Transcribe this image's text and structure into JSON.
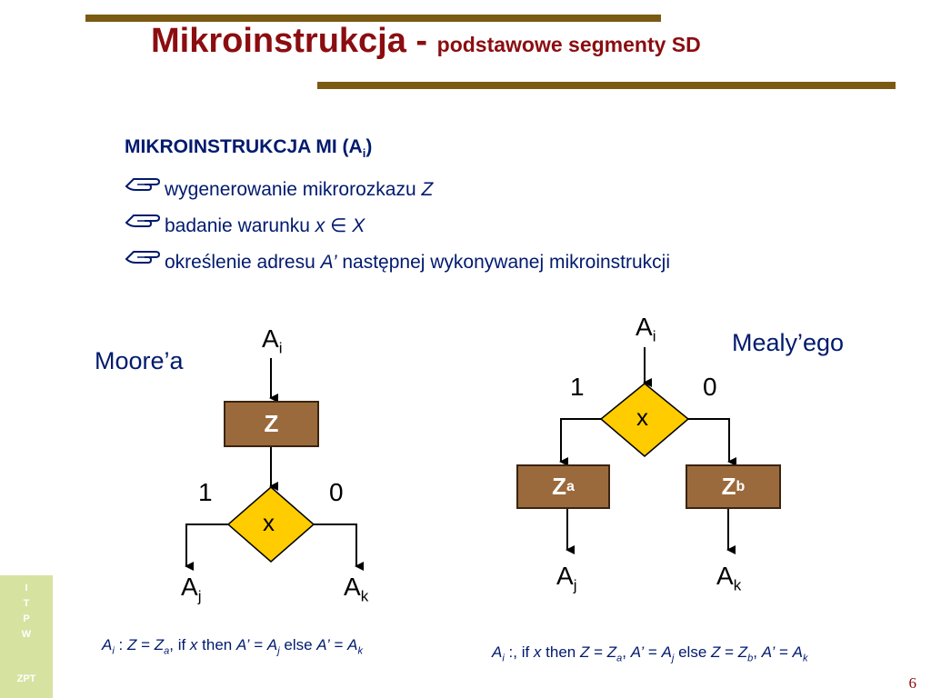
{
  "title": {
    "main": "Mikroinstrukcja - ",
    "sub": "podstawowe segmenty SD"
  },
  "heading": {
    "text": "MIKROINSTRUKCJA MI (A",
    "sub": "i",
    "close": ")"
  },
  "bullets": [
    {
      "icon": "pointing-hand-icon",
      "text": "wygenerowanie mikrorozkazu ",
      "var": "Z"
    },
    {
      "icon": "pointing-hand-icon",
      "text": "badanie warunku ",
      "var": "x",
      "op": "∈",
      "set": "X"
    },
    {
      "icon": "pointing-hand-icon",
      "text": "określenie adresu ",
      "var": "A’",
      "rest": " następnej wykonywanej mikroinstrukcji"
    }
  ],
  "moore": {
    "label": "Moore’a",
    "entry": {
      "base": "A",
      "sub": "i"
    },
    "box": "Z",
    "decision": "x",
    "branch_true": "1",
    "branch_false": "0",
    "exit_true": {
      "base": "A",
      "sub": "j"
    },
    "exit_false": {
      "base": "A",
      "sub": "k"
    },
    "formula": {
      "p1": "A",
      "p1s": "i",
      "p2": " : ",
      "p3": "Z",
      "p4": " = ",
      "p5": "Z",
      "p5s": "a",
      "p6": ", if ",
      "p7": "x",
      "p8": " then ",
      "p9": "A’",
      "p10": " = ",
      "p11": "A",
      "p11s": "j",
      "p12": " else ",
      "p13": "A’",
      "p14": " = ",
      "p15": "A",
      "p15s": "k"
    }
  },
  "mealy": {
    "label": "Mealy’ego",
    "entry": {
      "base": "A",
      "sub": "i"
    },
    "decision": "x",
    "branch_true": "1",
    "branch_false": "0",
    "box_a": {
      "base": "Z",
      "sub": "a"
    },
    "box_b": {
      "base": "Z",
      "sub": "b"
    },
    "exit_true": {
      "base": "A",
      "sub": "j"
    },
    "exit_false": {
      "base": "A",
      "sub": "k"
    },
    "formula": {
      "p1": "A",
      "p1s": "i",
      "p2": " :, if ",
      "p3": "x",
      "p4": " then ",
      "p5": "Z",
      "p6": " = ",
      "p7": "Z",
      "p7s": "a",
      "p8": ",  ",
      "p9": "A’",
      "p10": " = ",
      "p11": "A",
      "p11s": "j",
      "p12": " else ",
      "p13": "Z",
      "p14": " = ",
      "p15": "Z",
      "p15s": "b",
      "p16": ", ",
      "p17": "A’",
      "p18": " = ",
      "p19": "A",
      "p19s": "k"
    }
  },
  "sidebar": {
    "letters": [
      "I",
      "T",
      "P",
      "W"
    ],
    "footer": "ZPT"
  },
  "page_number": "6",
  "colors": {
    "title": "#8B0D10",
    "text": "#001A6E",
    "rule": "#7B5A14",
    "box": "#9B6A3C",
    "diamond": "#FFCC00",
    "sidebar": "#D6E2A0"
  }
}
